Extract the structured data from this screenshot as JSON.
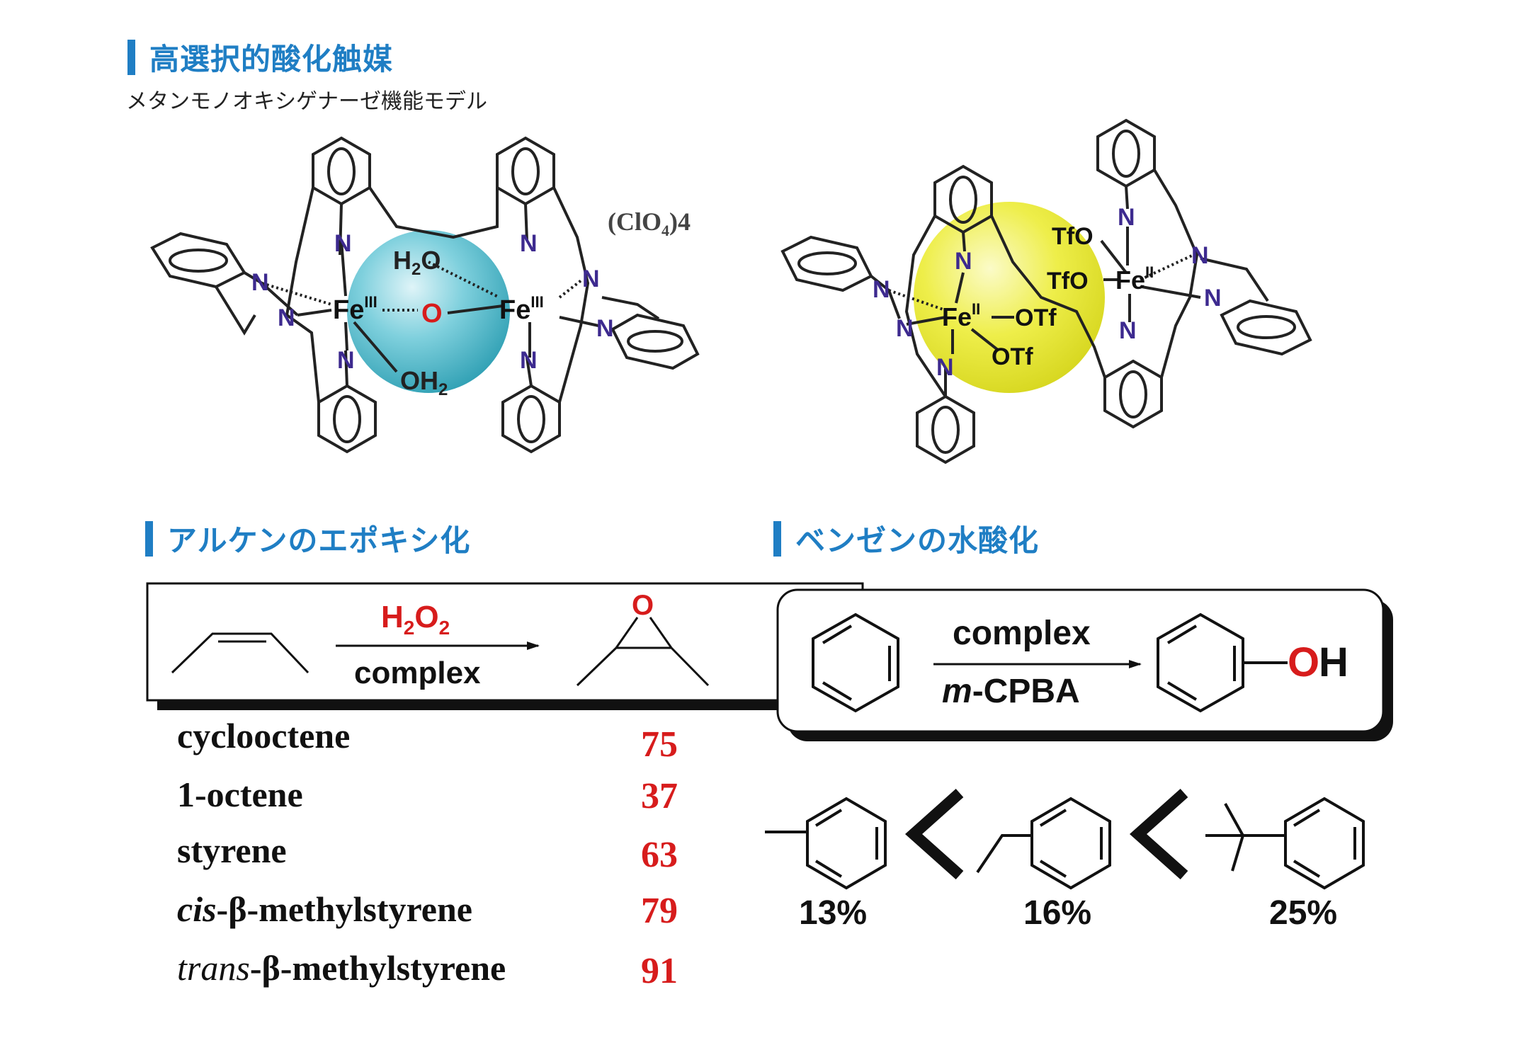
{
  "title": "高選択的酸化触媒",
  "subtitle": "メタンモノオキシゲナーゼ機能モデル",
  "left_complex": {
    "fe1": "Fe",
    "fe1_ox": "III",
    "fe2": "Fe",
    "fe2_ox": "III",
    "bridge": "O",
    "water_top": "H",
    "water_top_sub": "2",
    "water_top_o": "O",
    "water_bottom": "OH",
    "water_bottom_sub": "2",
    "counterion": "(ClO",
    "counterion_sub": "4",
    "counterion_end": ")4",
    "n_label": "N",
    "sphere_color": "#5cbfd0"
  },
  "right_complex": {
    "fe1": "Fe",
    "fe1_ox": "II",
    "fe2": "Fe",
    "fe2_ox": "II",
    "otf": "OTf",
    "tfo": "TfO",
    "n_label": "N",
    "sphere_color": "#eded3a"
  },
  "section_epoxidation": {
    "heading": "アルケンのエポキシ化",
    "reagent_top": "H",
    "reagent_top_sub1": "2",
    "reagent_top_o": "O",
    "reagent_top_sub2": "2",
    "reagent_bottom": "complex",
    "product_o": "O",
    "rows": [
      {
        "label_pre": "",
        "label": "cyclooctene",
        "value": "75"
      },
      {
        "label_pre": "",
        "label": "1-octene",
        "value": "37"
      },
      {
        "label_pre": "",
        "label": "styrene",
        "value": "63"
      },
      {
        "label_pre": "cis",
        "label": "-β-methylstyrene",
        "value": "79"
      },
      {
        "label_pre": "trans",
        "label": "-β-methylstyrene",
        "value": "91"
      }
    ]
  },
  "section_hydroxylation": {
    "heading": "ベンゼンの水酸化",
    "reagent_top": "complex",
    "reagent_bottom_italic": "m",
    "reagent_bottom": "-CPBA",
    "product_o": "O",
    "product_h": "H",
    "percents": [
      "13%",
      "16%",
      "25%"
    ]
  },
  "colors": {
    "accent": "#1f7ec4",
    "red": "#d71c1c",
    "nitrogen": "#3d2a8f"
  }
}
